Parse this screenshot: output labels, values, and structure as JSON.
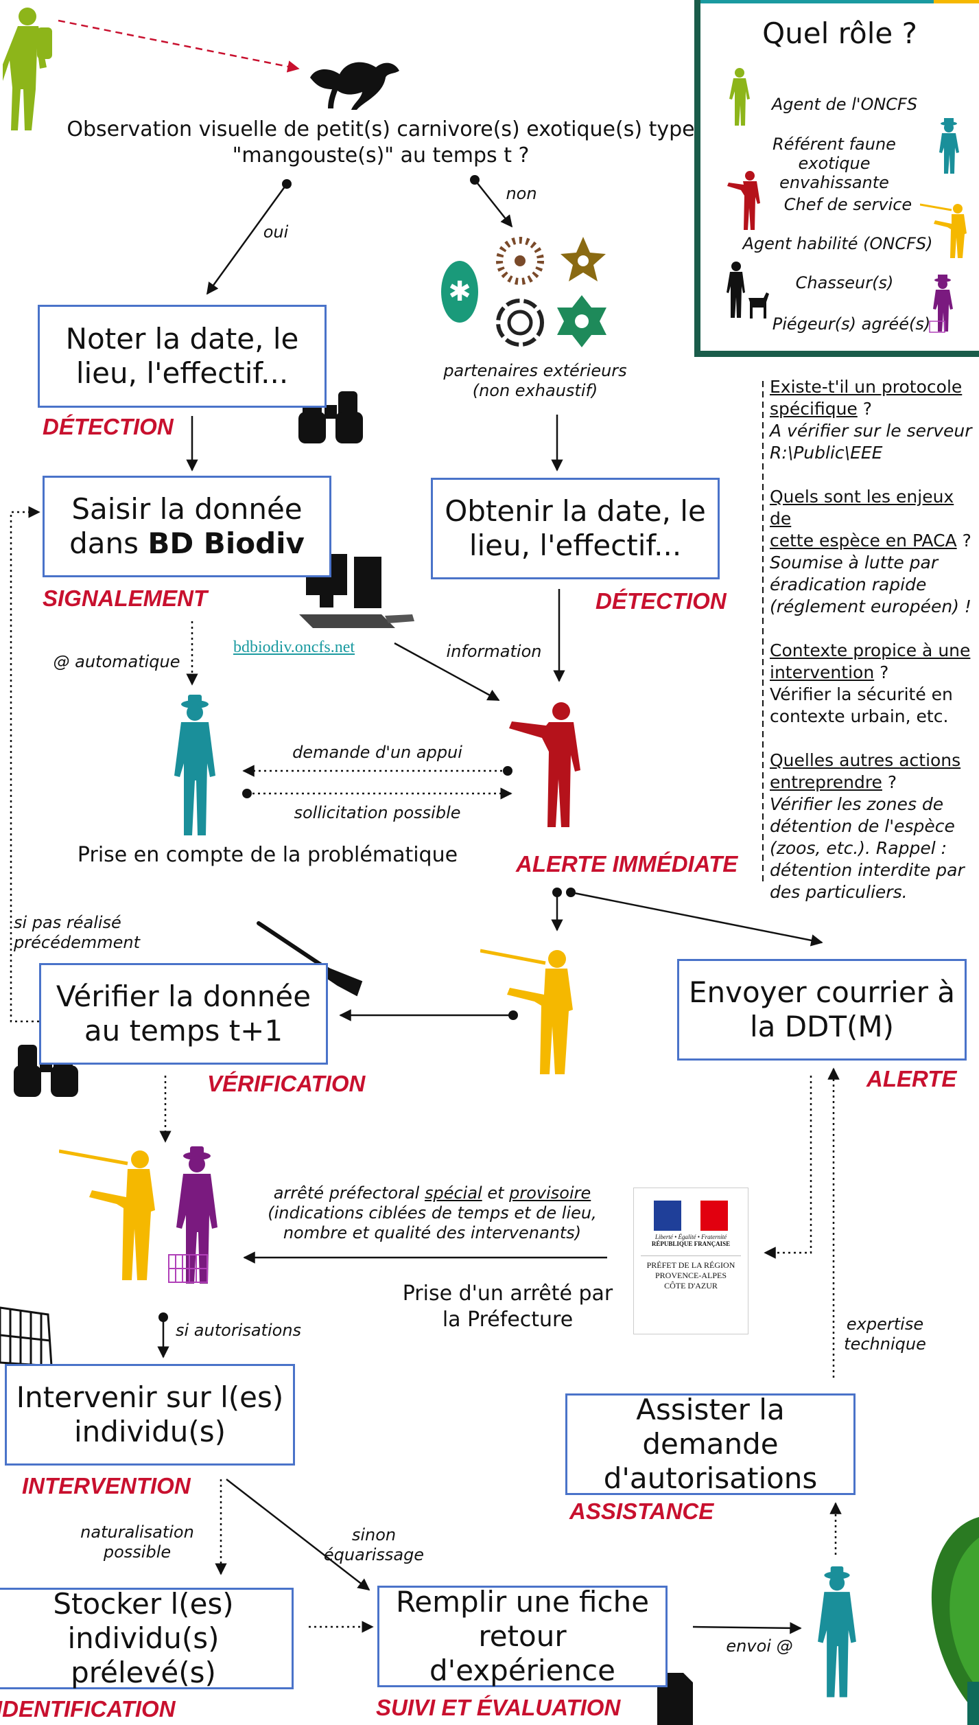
{
  "legend": {
    "title": "Quel rôle ?",
    "roles": {
      "agent_oncfs": "Agent de l'ONCFS",
      "referent": "Référent faune exotique envahissante",
      "chef": "Chef de service",
      "agent_habilite": "Agent habilité (ONCFS)",
      "chasseurs": "Chasseur(s)",
      "piegeurs": "Piégeur(s) agréé(s)"
    },
    "colors": {
      "agent_oncfs": "#8db51a",
      "referent": "#1a8f9a",
      "chef": "#b5121b",
      "agent_habilite": "#f5b800",
      "chasseurs": "#111111",
      "piegeurs": "#7a1a7f"
    }
  },
  "observation": {
    "line1": "Observation visuelle de petit(s) carnivore(s) exotique(s) type",
    "line2": "\"mangouste(s)\" au temps t ?"
  },
  "branches": {
    "oui": "oui",
    "non": "non"
  },
  "partners": {
    "line1": "partenaires extérieurs",
    "line2": "(non exhaustif)"
  },
  "boxes": {
    "noter": "Noter la date, le lieu, l'effectif...",
    "saisir_pre": "Saisir la donnée dans ",
    "saisir_bold": "BD Biodiv",
    "obtenir": "Obtenir la date, le lieu, l'effectif...",
    "verifier": "Vérifier la donnée au temps t+1",
    "envoyer": "Envoyer courrier à la DDT(M)",
    "intervenir": "Intervenir sur l(es) individu(s)",
    "assister": "Assister la demande d'autorisations",
    "stocker": "Stocker l(es) individu(s) prélevé(s)",
    "remplir": "Remplir une fiche retour d'expérience"
  },
  "stages": {
    "detection1": "DÉTECTION",
    "signalement": "SIGNALEMENT",
    "detection2": "DÉTECTION",
    "alerte_immediate": "ALERTE IMMÉDIATE",
    "verification": "VÉRIFICATION",
    "alerte": "ALERTE",
    "intervention": "INTERVENTION",
    "assistance": "ASSISTANCE",
    "identification": "IDENTIFICATION",
    "suivi": "SUIVI ET ÉVALUATION"
  },
  "labels": {
    "auto": "@ automatique",
    "link": "bdbiodiv.oncfs.net",
    "information": "information",
    "appui": "demande d'un appui",
    "sollicitation": "sollicitation possible",
    "prise_compte": "Prise en compte de la problématique",
    "si_pas": "si pas réalisé précédemment",
    "arrete_pre": "arrêté préfectoral ",
    "arrete_special": "spécial",
    "arrete_et": " et ",
    "arrete_provisoire": "provisoire",
    "arrete_line2": "(indications ciblées de temps et de lieu,",
    "arrete_line3": "nombre et qualité des intervenants)",
    "prise_arrete_1": "Prise d'un arrêté par",
    "prise_arrete_2": "la Préfecture",
    "si_autorisations": "si autorisations",
    "expertise_1": "expertise",
    "expertise_2": "technique",
    "naturalisation_1": "naturalisation",
    "naturalisation_2": "possible",
    "sinon_1": "sinon",
    "sinon_2": "équarissage",
    "envoi": "envoi @"
  },
  "prefecture": {
    "line1": "Liberté • Égalité • Fraternité",
    "line2": "RÉPUBLIQUE FRANÇAISE",
    "line3": "PRÉFET DE LA RÉGION",
    "line4": "PROVENCE-ALPES",
    "line5": "CÔTE D'AZUR"
  },
  "sidebar": {
    "q1a": "Existe-t'il un protocole",
    "q1b": "spécifique",
    "q1c": " ?",
    "a1a": "A vérifier sur le serveur",
    "a1b": "R:\\Public\\EEE",
    "q2a": "Quels sont les enjeux de",
    "q2b": "cette espèce en PACA",
    "q2c": " ?",
    "a2a": "Soumise à lutte par",
    "a2b": "éradication rapide",
    "a2c": "(réglement européen) !",
    "q3a": "Contexte propice à une",
    "q3b": "intervention",
    "q3c": " ?",
    "a3a": "Vérifier la sécurité en",
    "a3b": "contexte urbain, etc.",
    "q4a": "Quelles autres actions",
    "q4b": "entreprendre",
    "q4c": " ?",
    "a4a": "Vérifier les zones de",
    "a4b": "détention de l'espèce",
    "a4c": "(zoos, etc.). Rappel :",
    "a4d": "détention interdite par",
    "a4e": "des particuliers."
  }
}
